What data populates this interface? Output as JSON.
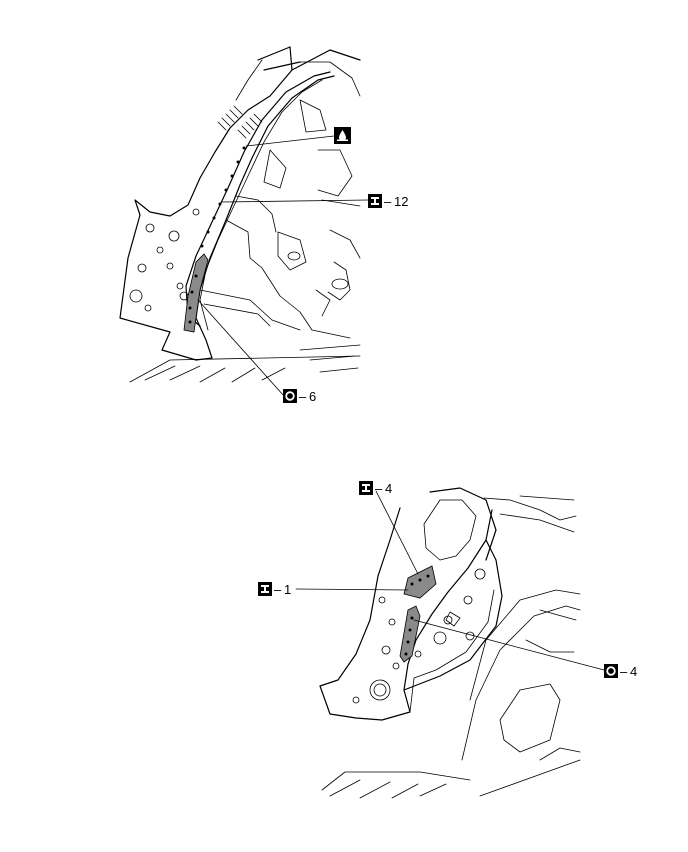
{
  "callouts": {
    "sealer_symbol": {
      "icon": "sealer-drop-icon",
      "label": ""
    },
    "upper_stitch": {
      "icon": "stitch-weld-icon",
      "label": "12"
    },
    "upper_spot": {
      "icon": "spot-weld-icon",
      "label": "6"
    },
    "lower_stitch_top": {
      "icon": "stitch-weld-icon",
      "label": "4"
    },
    "lower_stitch_mid": {
      "icon": "stitch-weld-icon",
      "label": "1"
    },
    "lower_spot": {
      "icon": "spot-weld-icon",
      "label": "4"
    }
  },
  "dash": "–",
  "colors": {
    "line": "#000000",
    "highlight": "#808080",
    "background": "#ffffff"
  }
}
